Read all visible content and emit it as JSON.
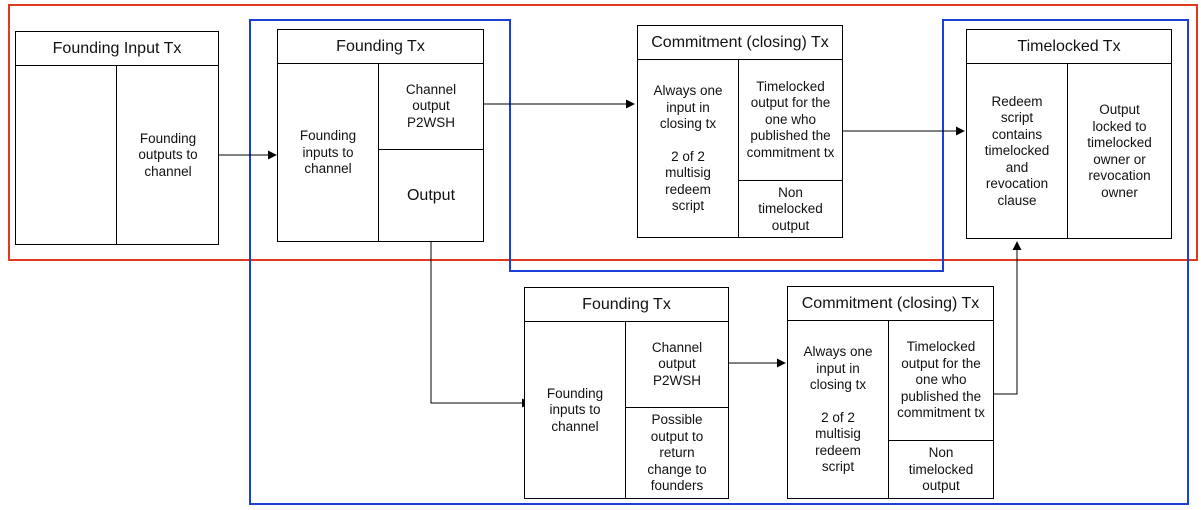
{
  "top_row": {
    "founding_input_tx": {
      "title": "Founding Input Tx",
      "outputs": "Founding outputs to channel"
    },
    "founding_tx": {
      "title": "Founding Tx",
      "inputs": "Founding inputs to channel",
      "channel_output": "Channel output P2WSH",
      "output": "Output"
    },
    "commitment_tx": {
      "title": "Commitment (closing) Tx",
      "input_note": "Always one input in closing tx",
      "multisig_note": "2 of 2 multisig redeem script",
      "timelocked_output": "Timelocked output for the one who published the commitment tx",
      "non_timelocked_output": "Non timelocked output"
    },
    "timelocked_tx": {
      "title": "Timelocked Tx",
      "redeem_script": "Redeem script contains timelocked and revocation clause",
      "output": "Output locked to timelocked owner or revocation owner"
    }
  },
  "bottom_row": {
    "founding_tx": {
      "title": "Founding Tx",
      "inputs": "Founding inputs to channel",
      "channel_output": "Channel output P2WSH",
      "change_output": "Possible output to return change to founders"
    },
    "commitment_tx": {
      "title": "Commitment (closing) Tx",
      "input_note": "Always one input in closing tx",
      "multisig_note": "2 of 2 multisig redeem script",
      "timelocked_output": "Timelocked output for the one who published the commitment tx",
      "non_timelocked_output": "Non timelocked output"
    }
  },
  "colors": {
    "red_group": "#e03a1e",
    "blue_group": "#1c3fd6",
    "line": "#000000"
  }
}
